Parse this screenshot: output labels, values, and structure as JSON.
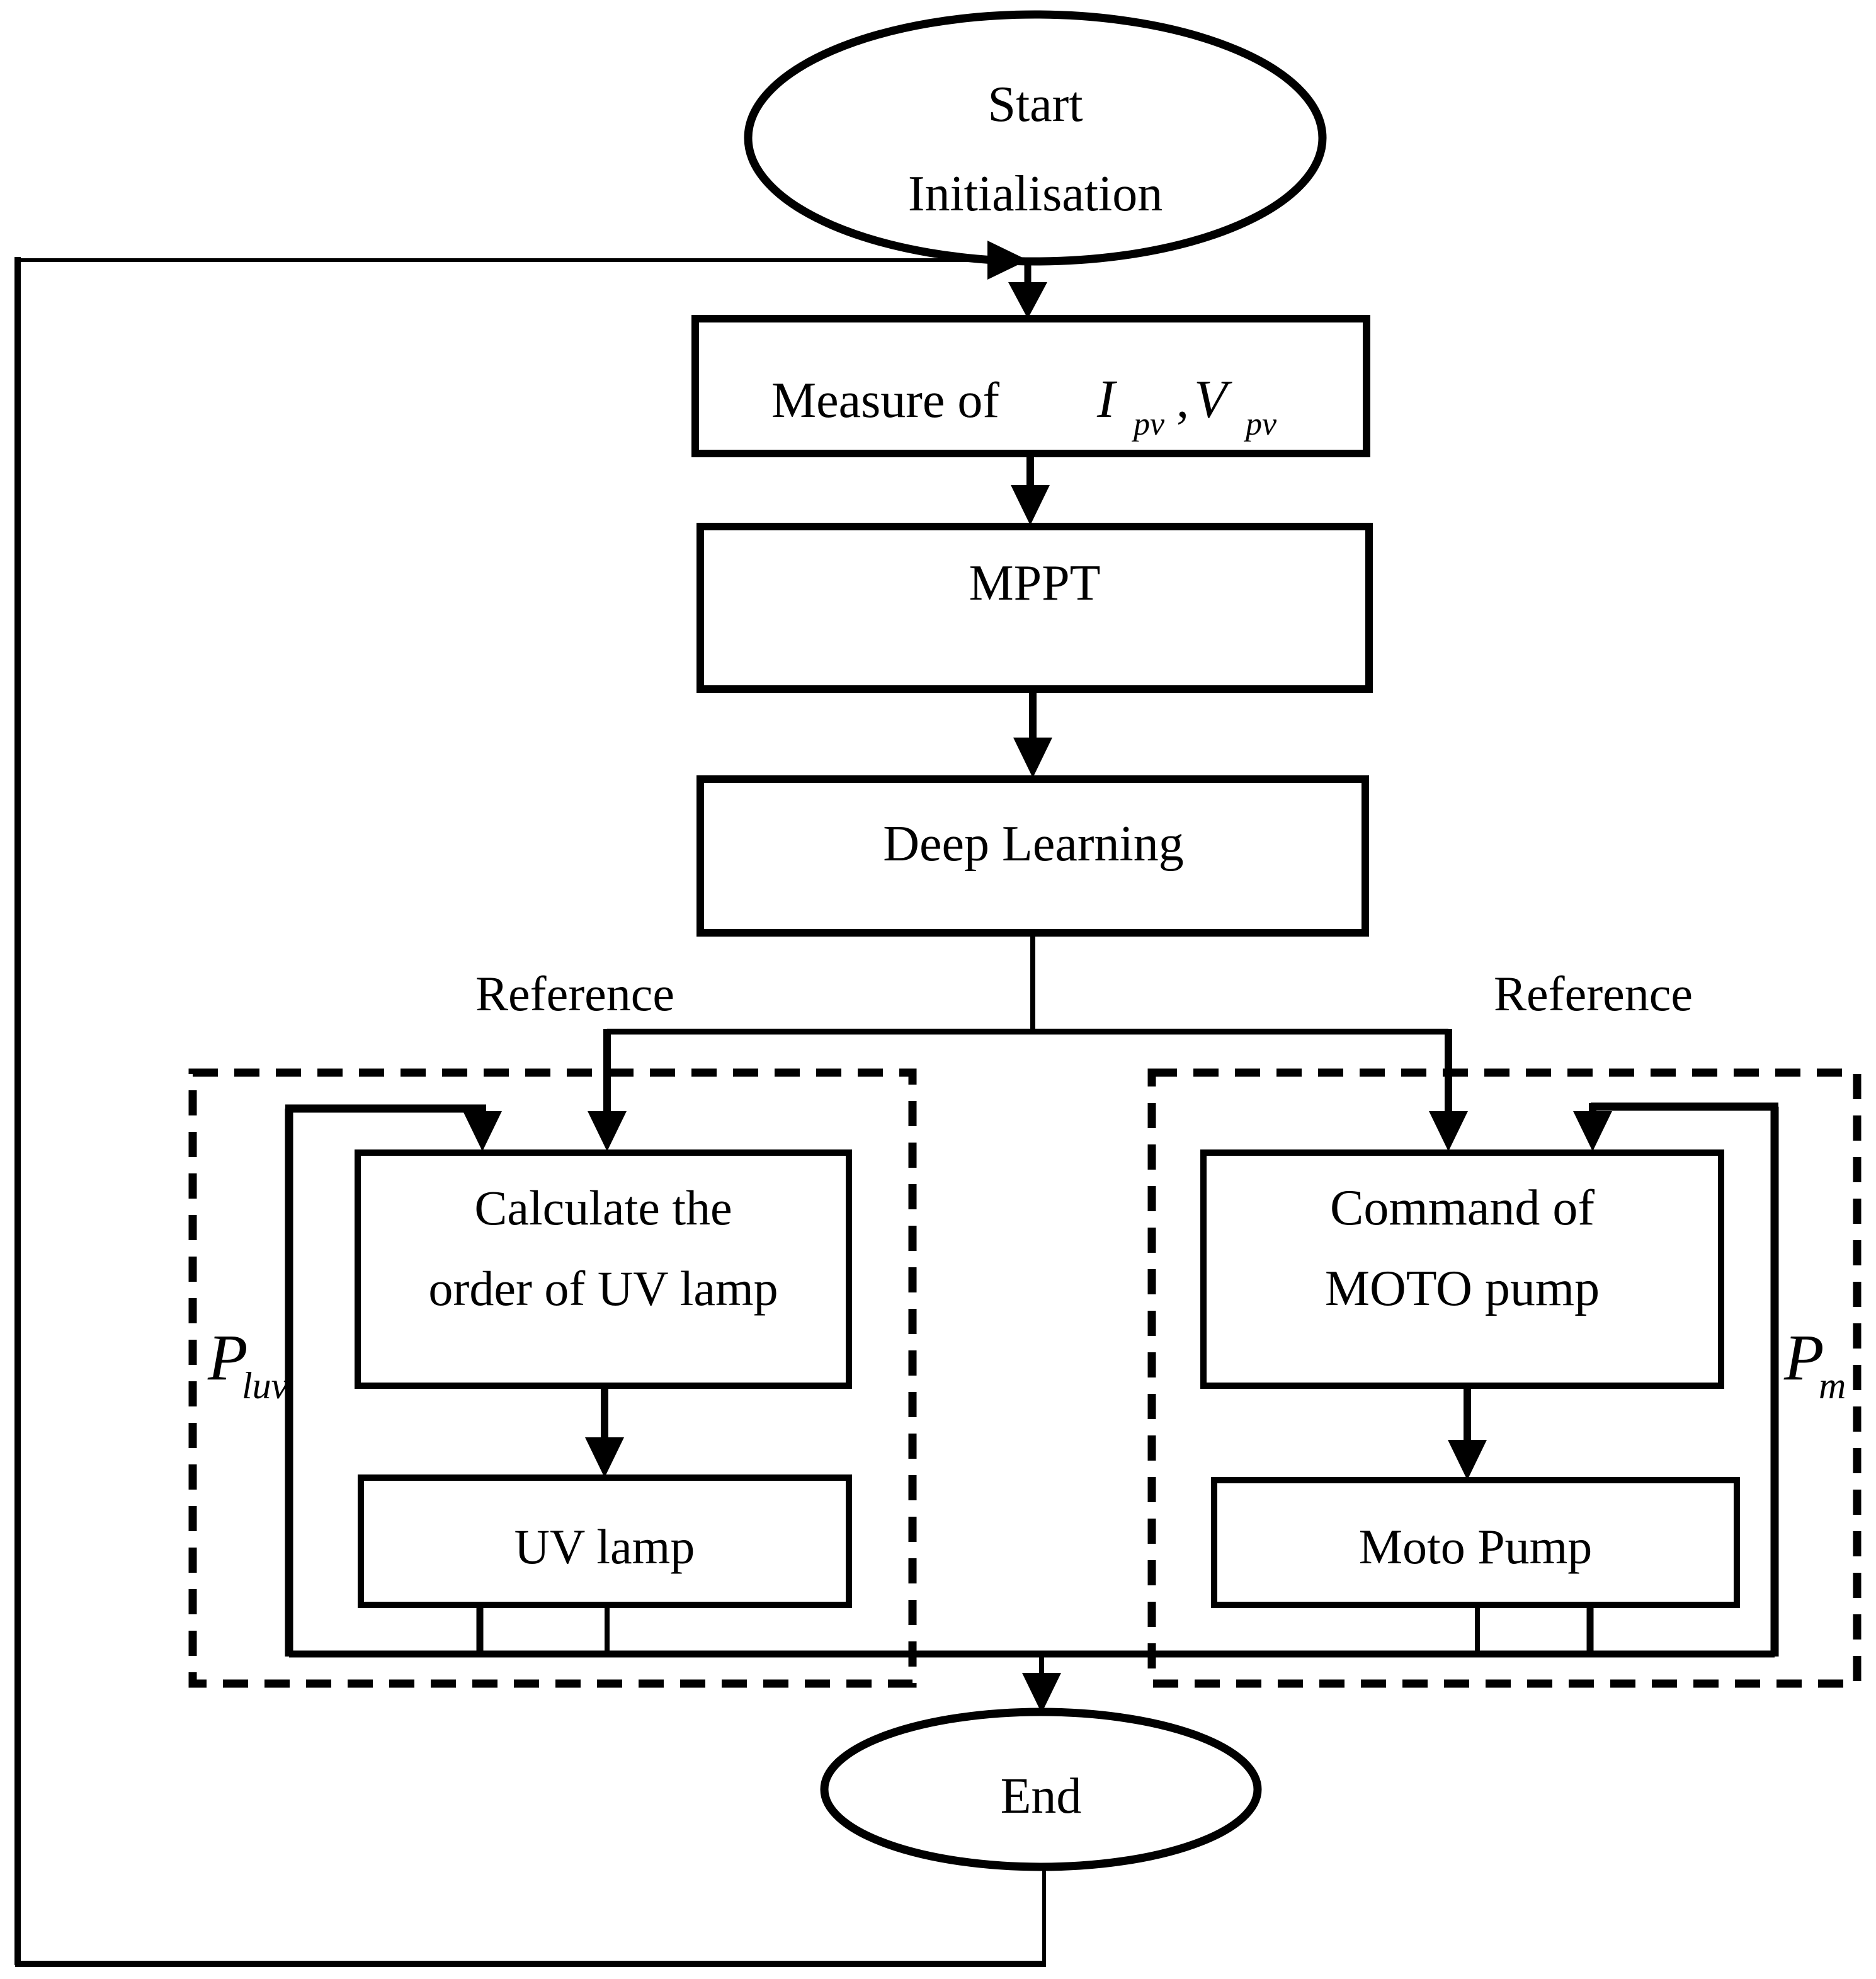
{
  "figure": {
    "kind": "flowchart",
    "background_color": "#ffffff",
    "ink_color": "#000000"
  },
  "nodes": {
    "start": {
      "line1": "Start",
      "line2": "Initialisation"
    },
    "measure": {
      "prefix": "Measure of",
      "symbol1": "I",
      "symbol1_sub": "pv",
      "separator": ",",
      "symbol2": "V",
      "symbol2_sub": "pv"
    },
    "mppt": {
      "label": "MPPT"
    },
    "deep_learning": {
      "label": "Deep Learning"
    },
    "calculate_uv": {
      "line1": "Calculate the",
      "line2": "order of UV lamp"
    },
    "uv_lamp": {
      "label": "UV lamp"
    },
    "command_pump": {
      "line1": "Command of",
      "line2": "MOTO pump"
    },
    "moto_pump": {
      "label": "Moto Pump"
    },
    "end": {
      "label": "End"
    }
  },
  "labels": {
    "reference_left": "Reference",
    "reference_right": "Reference",
    "p_luv": {
      "base": "P",
      "sub": "luv"
    },
    "p_m": {
      "base": "P",
      "sub": "m"
    }
  }
}
